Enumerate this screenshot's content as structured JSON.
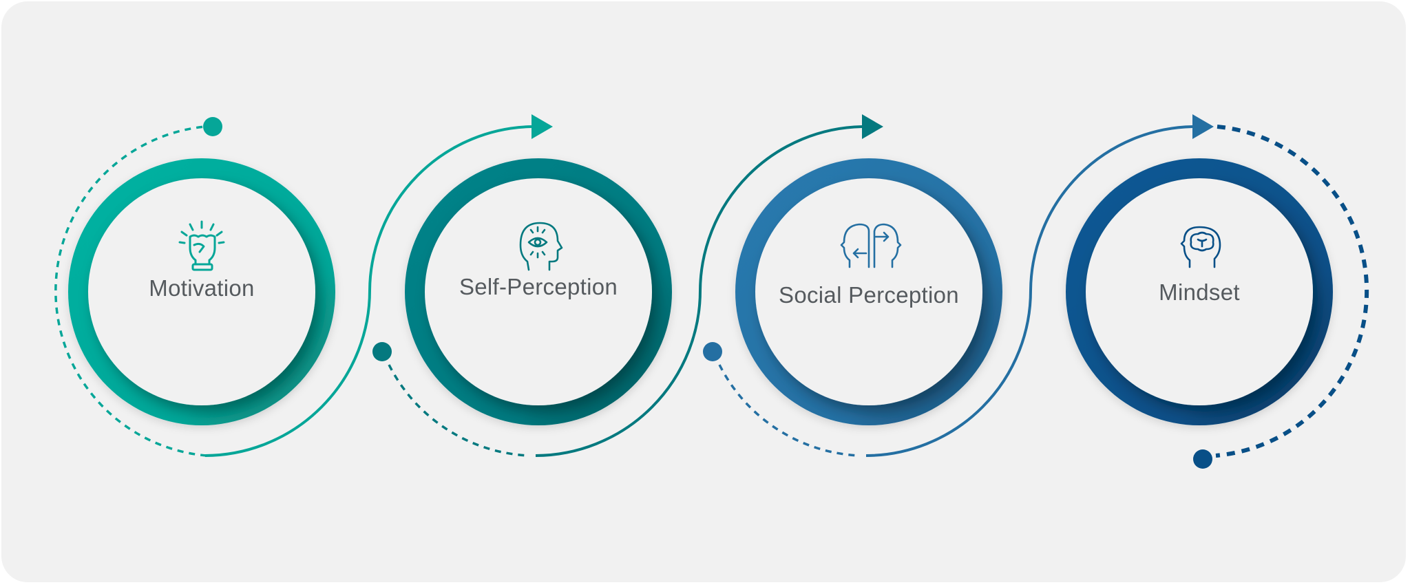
{
  "colors": {
    "background": "#f1f1f1",
    "step_1": "#06a698",
    "step_2": "#04797f",
    "step_3": "#246fa2",
    "step_4": "#084f87",
    "label_text": "#555a5e"
  },
  "steps": [
    {
      "label": "Motivation",
      "icon": "raised-fist-icon"
    },
    {
      "label": "Self-Perception",
      "icon": "head-with-eye-icon"
    },
    {
      "label": "Social Perception",
      "icon": "two-heads-exchange-icon"
    },
    {
      "label": "Mindset",
      "icon": "head-with-brain-icon"
    }
  ]
}
